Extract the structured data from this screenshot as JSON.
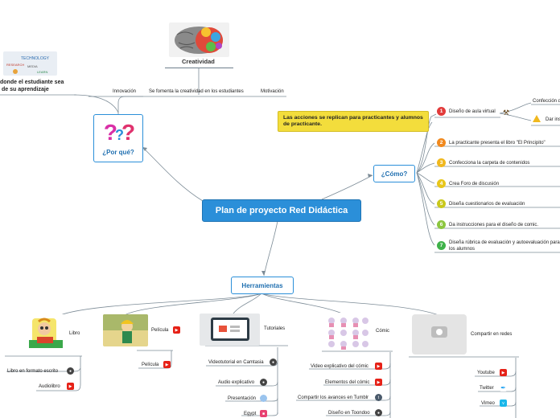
{
  "central": {
    "label": "Plan de proyecto Red Didáctica"
  },
  "por_que": {
    "label": "¿Por qué?",
    "nodes": {
      "creatividad": "Creatividad",
      "innovacion": "Innovación",
      "fomenta": "Se fomenta la creatividad en los estudiantes",
      "motivacion": "Motivación",
      "estudiante_line1": "donde el estudiante sea",
      "estudiante_line2": "de su aprendizaje"
    }
  },
  "como": {
    "label": "¿Cómo?",
    "callout": "Las acciones se replican para practicantes y alumnos de practicante.",
    "steps": [
      {
        "n": "1",
        "text": "Diseño de aula virtual",
        "color": "#e23b3b"
      },
      {
        "n": "2",
        "text": "La practicante presenta el libro \"El Principito\"",
        "color": "#f0891e"
      },
      {
        "n": "3",
        "text": "Confecciona la carpeta de contenidos",
        "color": "#f0b81e"
      },
      {
        "n": "4",
        "text": "Crea Foro de discusión",
        "color": "#e8c61a"
      },
      {
        "n": "5",
        "text": "Diseña cuestionarios de evaluación",
        "color": "#c9c81c"
      },
      {
        "n": "6",
        "text": "Da instrucciones para el diseño de comic.",
        "color": "#8cc63f"
      },
      {
        "n": "7",
        "text": "Diseña rúbrica de evaluación y autoevaluación para los alumnos",
        "color": "#3fb24a"
      }
    ],
    "sub": {
      "confeccion": "Confección d",
      "dar": "Dar ins"
    }
  },
  "herramientas": {
    "label": "Herramientas",
    "libro": {
      "title": "Libro",
      "items": [
        "Libro en formato escrito",
        "Audiolibro"
      ]
    },
    "pelicula": {
      "title": "Película",
      "items": [
        "Película"
      ]
    },
    "tutoriales": {
      "title": "Tutoriales",
      "items": [
        "Videotutorial en Camtasia",
        "Audio explicativo",
        "Presentación",
        "Egypt"
      ]
    },
    "comic": {
      "title": "Cómic",
      "items": [
        "Video explicativo del cómic",
        "Elementos del cómic",
        "Compartir los avances en Tumblr",
        "Diseño en Toondoo"
      ]
    },
    "compartir": {
      "title": "Compartir en redes",
      "items": [
        "Youtube",
        "Twitter",
        "Vimeo"
      ]
    }
  },
  "colors": {
    "accent": "#2b8fd9",
    "callout": "#f3dd3c",
    "line": "#6e7f8c"
  }
}
